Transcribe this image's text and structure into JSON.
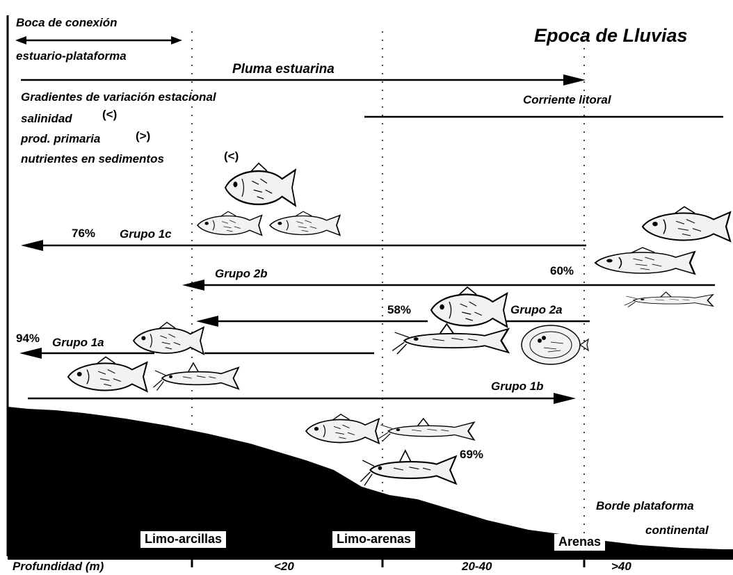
{
  "title": "Epoca de Lluvias",
  "mouth_label_1": "Boca de conexión",
  "mouth_label_2": "estuario-plataforma",
  "plume_label": "Pluma estuarina",
  "gradients": {
    "heading": "Gradientes de variación estacional",
    "salinity": "salinidad",
    "salinity_sign": "(<)",
    "primary_production": "prod. primaria",
    "primary_production_sign": "(>)",
    "nutrients": "nutrientes en sedimentos",
    "nutrients_sign": "(<)"
  },
  "current_label": "Corriente litoral",
  "groups": [
    {
      "name": "Grupo 1c",
      "percent": "76%"
    },
    {
      "name": "Grupo 2b",
      "percent": "60%"
    },
    {
      "name": "Grupo 2a",
      "percent": "58%"
    },
    {
      "name": "Grupo 1a",
      "percent": "94%"
    },
    {
      "name": "Grupo 1b",
      "percent": "69%"
    }
  ],
  "shelf_edge_1": "Borde plataforma",
  "shelf_edge_2": "continental",
  "sediments": [
    "Limo-arcillas",
    "Limo-arenas",
    "Arenas"
  ],
  "depth_label": "Profundidad (m)",
  "depth_ranges": [
    "<20",
    "20-40",
    ">40"
  ],
  "colors": {
    "ink": "#000000",
    "background": "#ffffff",
    "fish_fill": "#f2f2f2"
  }
}
